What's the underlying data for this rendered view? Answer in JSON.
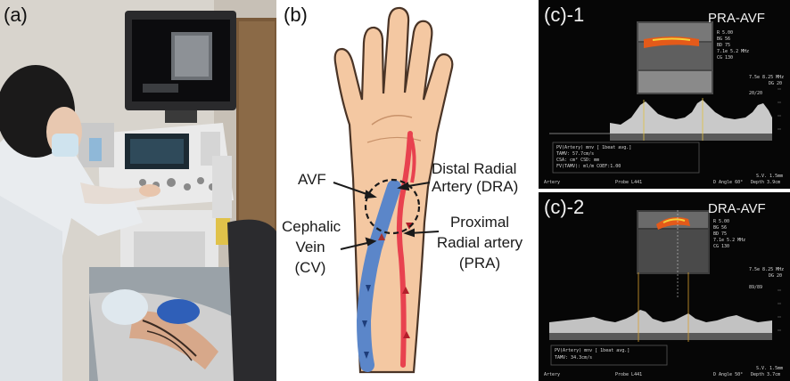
{
  "panels": {
    "a": {
      "label": "(a)"
    },
    "b": {
      "label": "(b)",
      "annotations": {
        "avf": "AVF",
        "distal_line1": "Distal Radial",
        "distal_line2": "Artery (DRA)",
        "cephalic_line1": "Cephalic",
        "cephalic_line2": "Vein",
        "cephalic_line3": "(CV)",
        "proximal_line1": "Proximal",
        "proximal_line2": "Radial artery",
        "proximal_line3": "(PRA)"
      }
    },
    "c1": {
      "label": "(c)-1",
      "title": "PRA-AVF",
      "params": [
        "R 5.00",
        "BG 56",
        "BD 75",
        "7.1e 5.2 MHz",
        "CG 130"
      ],
      "freq_readout": "7.5e 8.25 MHz",
      "dg_readout": "DG 20",
      "depth_readout": "20/20",
      "meas_line1": "PV(Artery) mnv   [ 1beat avg.]",
      "meas_line2": "TAMV: 57.7cm/s",
      "meas_line3": "CSA:    cm²   CSD:    mm",
      "meas_line4": "FV(TAMV):    ml/m         COEF:1.00",
      "footer_left": "Artery",
      "footer_probe": "Probe L441",
      "footer_angle": "D Angle 60°",
      "footer_depth": "Depth  3.9cm",
      "footer_sv": "S.V.  1.5mm"
    },
    "c2": {
      "label": "(c)-2",
      "title": "DRA-AVF",
      "params": [
        "R 5.00",
        "BG 56",
        "BD 75",
        "7.1e 5.2 MHz",
        "CG 130"
      ],
      "freq_readout": "7.5e 8.25 MHz",
      "dg_readout": "DG 20",
      "depth_readout": "89/89",
      "meas_line1": "PV(Artery) mnv   [ 1beat avg.]",
      "meas_line2": "TAMV: 34.3cm/s",
      "footer_left": "Artery",
      "footer_probe": "Probe L441",
      "footer_angle": "D Angle 50°",
      "footer_depth": "Depth  3.7cm",
      "footer_sv": "S.V.  1.5mm"
    }
  },
  "colors": {
    "artery": "#e8424f",
    "vein": "#5b86c9",
    "skin": "#f3c9a3",
    "doppler_flow": "#e35a1a"
  }
}
